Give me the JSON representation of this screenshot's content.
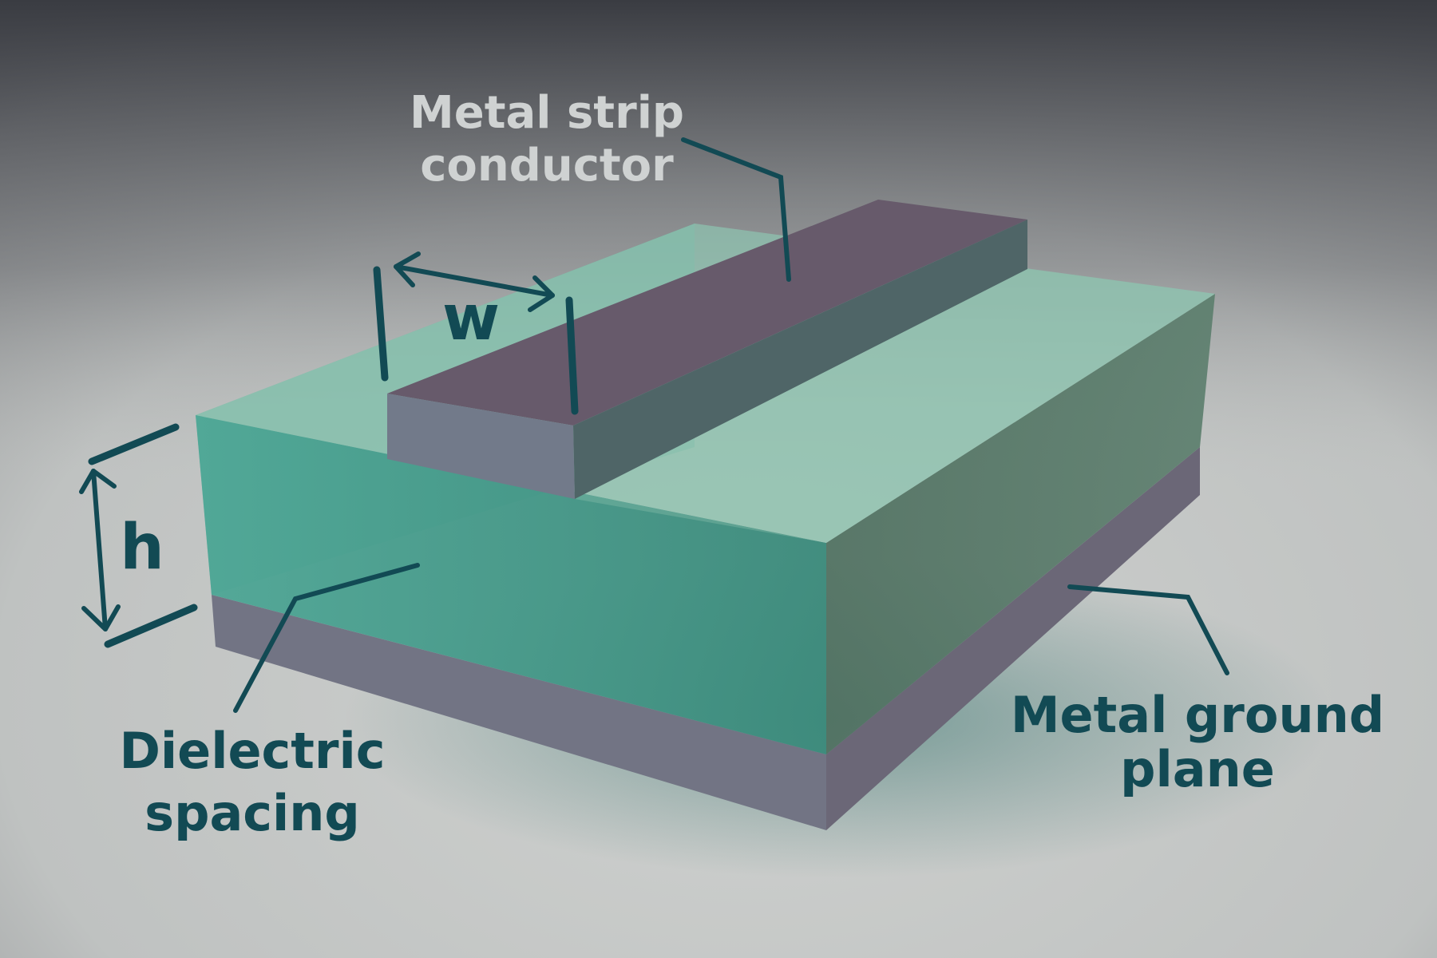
{
  "labels": {
    "strip": [
      "Metal strip",
      "conductor"
    ],
    "width_symbol": "w",
    "height_symbol": "h",
    "dielectric": [
      "Dielectric",
      "spacing"
    ],
    "ground": [
      "Metal ground",
      "plane"
    ]
  },
  "colors": {
    "annotation": "#124a54",
    "strip_label": "#cfd2d2",
    "strip_top": "#675a6b",
    "strip_side": "#727a8a",
    "dielectric": "#45a593",
    "ground": "#7c7d8e",
    "background_top": "#3c3e44",
    "background_bottom": "#c9cccb"
  }
}
